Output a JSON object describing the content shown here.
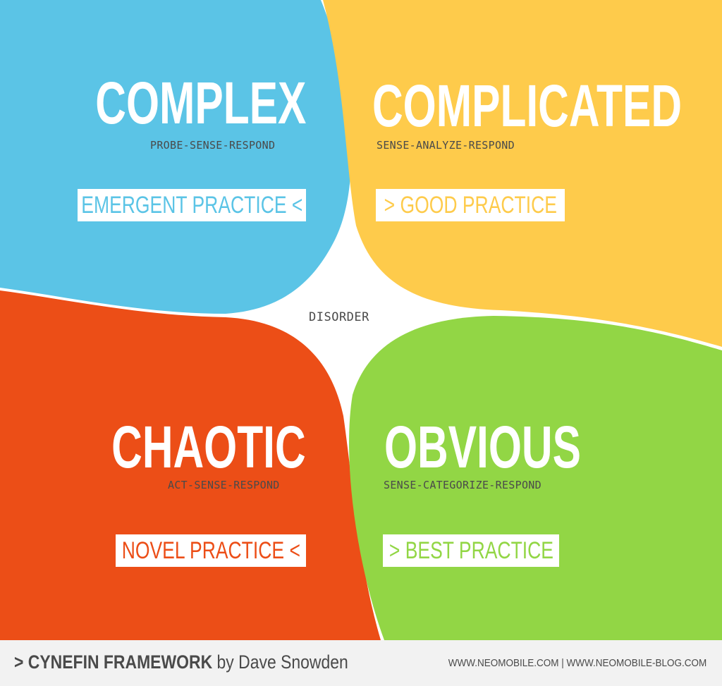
{
  "colors": {
    "complex": "#5bc4e6",
    "complicated": "#fecb4b",
    "chaotic": "#ec4e17",
    "obvious": "#92d645",
    "subtext": "#4a4a4a",
    "footer_bg": "#f2f2f2"
  },
  "center": {
    "label": "DISORDER"
  },
  "domains": {
    "complex": {
      "title": "COMPLEX",
      "approach": "PROBE-SENSE-RESPOND",
      "practice": "EMERGENT PRACTICE <"
    },
    "complicated": {
      "title": "COMPLICATED",
      "approach": "SENSE-ANALYZE-RESPOND",
      "practice": "> GOOD PRACTICE"
    },
    "chaotic": {
      "title": "CHAOTIC",
      "approach": "ACT-SENSE-RESPOND",
      "practice": "NOVEL PRACTICE <"
    },
    "obvious": {
      "title": "OBVIOUS",
      "approach": "SENSE-CATEGORIZE-RESPOND",
      "practice": "> BEST PRACTICE"
    }
  },
  "footer": {
    "prefix": "> ",
    "framework": "CYNEFIN FRAMEWORK",
    "by": " by Dave Snowden",
    "links": "WWW.NEOMOBILE.COM | WWW.NEOMOBILE-BLOG.COM"
  }
}
